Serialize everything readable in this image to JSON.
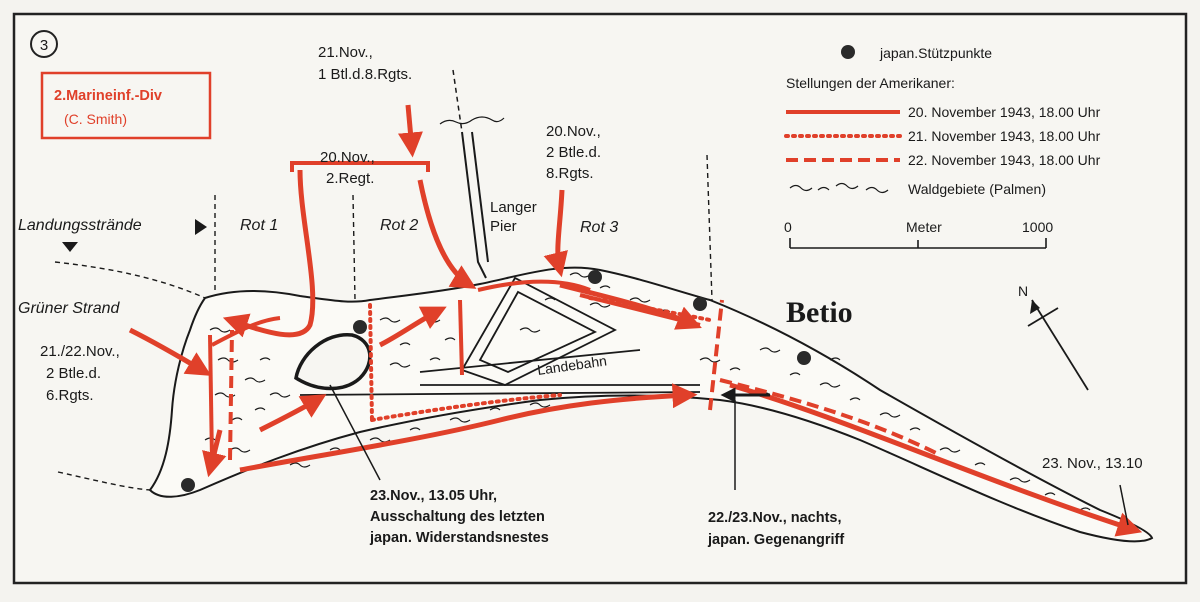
{
  "panel": {
    "number": "3"
  },
  "division": {
    "name": "2.Marineinf.-Div",
    "commander": "(C. Smith)"
  },
  "place": {
    "name": "Betio"
  },
  "beaches": {
    "header": "Landungsstrände",
    "green": "Grüner Strand",
    "red1": "Rot 1",
    "red2": "Rot 2",
    "red3": "Rot 3"
  },
  "pier": {
    "line1": "Langer",
    "line2": "Pier"
  },
  "runway": {
    "label": "Landebahn"
  },
  "annotations": {
    "nov21_bn_1": "21.Nov.,",
    "nov21_bn_2": "1 Btl.d.8.Rgts.",
    "nov20_regt_1": "20.Nov.,",
    "nov20_regt_2": "2.Regt.",
    "nov20_btls_1": "20.Nov.,",
    "nov20_btls_2": "2 Btle.d.",
    "nov20_btls_3": "8.Rgts.",
    "nov21_22_1": "21./22.Nov.,",
    "nov21_22_2": "2 Btle.d.",
    "nov21_22_3": "6.Rgts.",
    "nov23_a_1": "23.Nov., 13.05 Uhr,",
    "nov23_a_2": "Ausschaltung des letzten",
    "nov23_a_3": "japan. Widerstandsnestes",
    "counter_1": "22./23.Nov., nachts,",
    "counter_2": "japan. Gegenangriff",
    "nov23_b": "23. Nov., 13.10"
  },
  "legend": {
    "strongpoints": "japan.Stützpunkte",
    "positions_header": "Stellungen der Amerikaner:",
    "line_nov20": "20. November 1943, 18.00 Uhr",
    "line_nov21": "21. November 1943, 18.00 Uhr",
    "line_nov22": "22. November 1943, 18.00 Uhr",
    "forest": "Waldgebiete (Palmen)"
  },
  "scale": {
    "start": "0",
    "unit": "Meter",
    "end": "1000"
  },
  "compass": {
    "north": "N"
  },
  "colors": {
    "accent_red": "#e0402a",
    "ink": "#1a1a1a",
    "paper": "#f4f3ef"
  }
}
